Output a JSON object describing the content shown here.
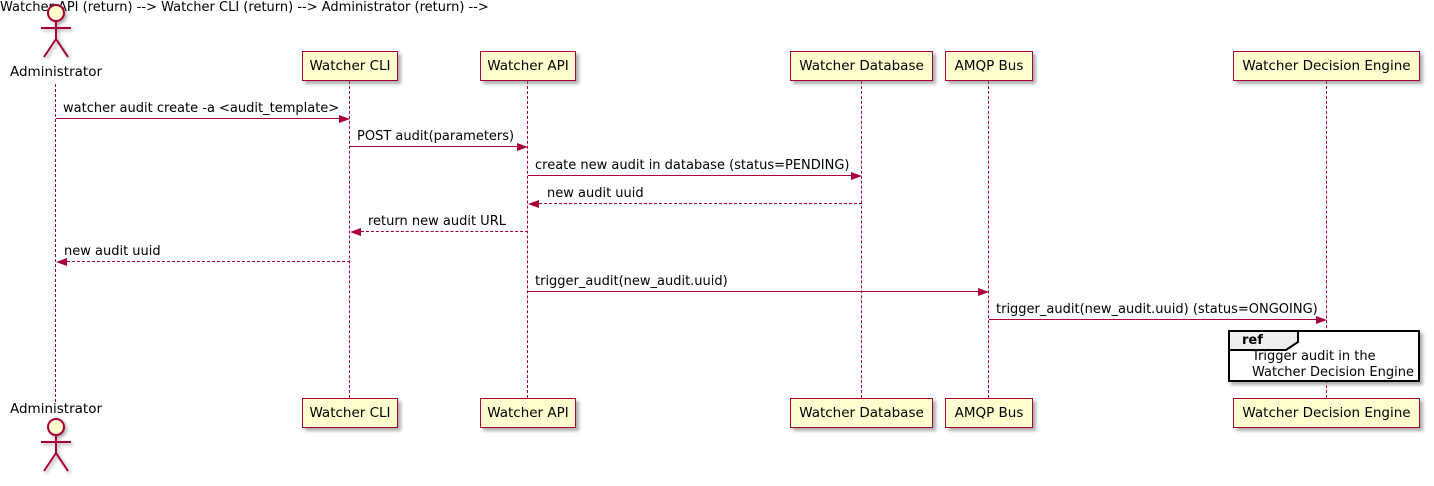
{
  "colors": {
    "stroke": "#A80036",
    "participant_fill": "#FEFECE",
    "text": "#000000",
    "ref_border": "#000000",
    "ref_header_bg": "#EEEEEE",
    "background": "#FFFFFF"
  },
  "actor": {
    "label": "Administrator"
  },
  "participants": [
    {
      "label": "Watcher CLI"
    },
    {
      "label": "Watcher API"
    },
    {
      "label": "Watcher Database"
    },
    {
      "label": "AMQP Bus"
    },
    {
      "label": "Watcher Decision Engine"
    }
  ],
  "messages": [
    {
      "from": "Administrator",
      "to": "Watcher CLI",
      "line": "solid",
      "label": "watcher audit create -a <audit_template>"
    },
    {
      "from": "Watcher CLI",
      "to": "Watcher API",
      "line": "solid",
      "label": "POST audit(parameters)"
    },
    {
      "from": "Watcher API",
      "to": "Watcher Database",
      "line": "solid",
      "label": "create new audit in database (status=PENDING)"
    },
    {
      "from": "Watcher Database",
      "to": "Watcher API",
      "line": "dashed",
      "label": "new audit uuid"
    },
    {
      "from": "Watcher API",
      "to": "Watcher CLI",
      "line": "dashed",
      "label": "return new audit URL"
    },
    {
      "from": "Watcher CLI",
      "to": "Administrator",
      "line": "dashed",
      "label": "new audit uuid"
    },
    {
      "from": "Watcher API",
      "to": "AMQP Bus",
      "line": "solid",
      "label": "trigger_audit(new_audit.uuid)"
    },
    {
      "from": "AMQP Bus",
      "to": "Watcher Decision Engine",
      "line": "solid",
      "label": "trigger_audit(new_audit.uuid) (status=ONGOING)"
    }
  ],
  "ref": {
    "keyword": "ref",
    "line1": "Trigger audit in the",
    "line2": "Watcher Decision Engine",
    "over": "Watcher Decision Engine"
  }
}
